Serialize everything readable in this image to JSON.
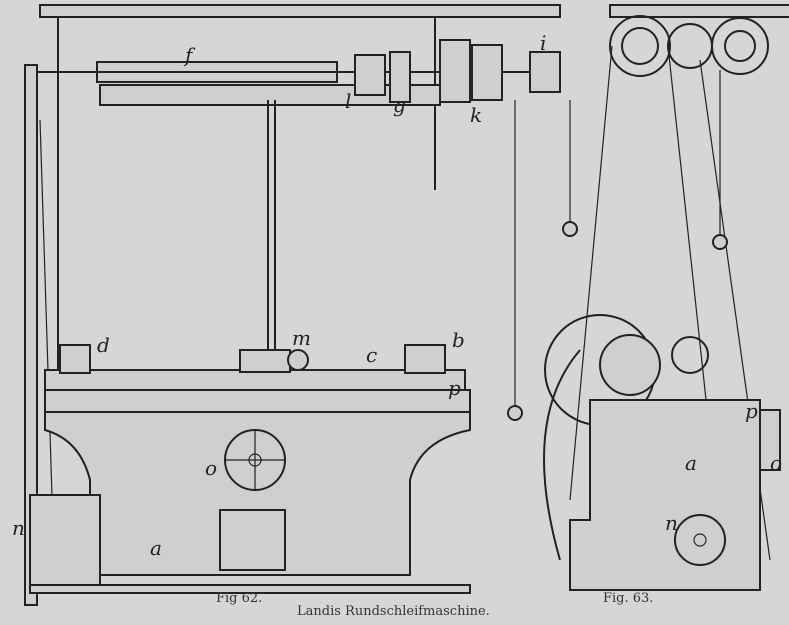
{
  "figures": [
    {
      "caption": "Fig 62.",
      "labels": {
        "f": "f",
        "l": "l",
        "g": "g",
        "k": "k",
        "i": "i",
        "m": "m",
        "d": "d",
        "c": "c",
        "b": "b",
        "p": "p",
        "o": "o",
        "a": "a",
        "n": "n"
      }
    },
    {
      "caption": "Fig. 63.",
      "labels": {
        "p": "p",
        "o": "o",
        "a": "a",
        "n": "n"
      }
    }
  ],
  "title": "Landis Rundschleifmaschine."
}
